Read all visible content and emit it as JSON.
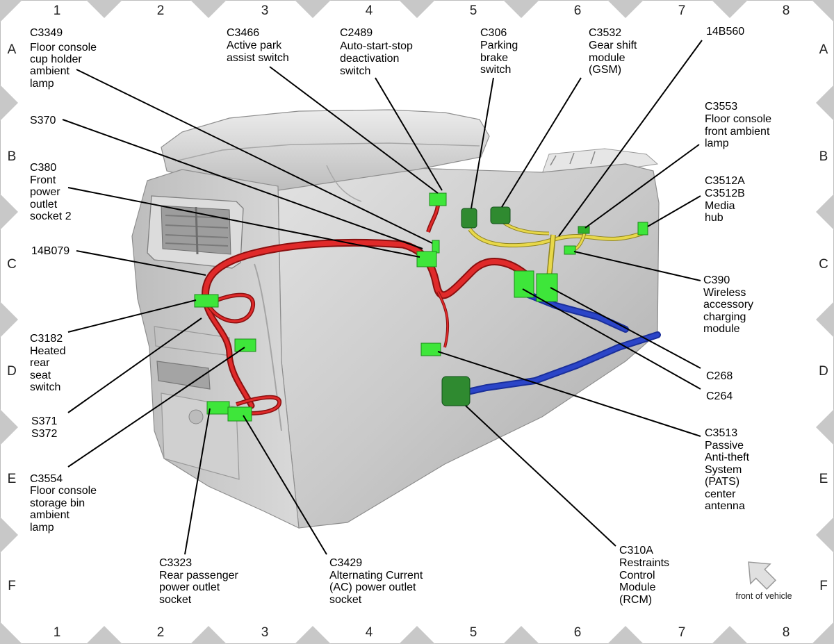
{
  "grid": {
    "columns": [
      "1",
      "2",
      "3",
      "4",
      "5",
      "6",
      "7",
      "8"
    ],
    "rows": [
      "A",
      "B",
      "C",
      "D",
      "E",
      "F"
    ]
  },
  "labels": {
    "c3349": [
      "C3349",
      "Floor console",
      "cup holder",
      "ambient",
      "lamp"
    ],
    "c3466": [
      "C3466",
      "Active park",
      "assist switch"
    ],
    "c2489": [
      "C2489",
      "Auto-start-stop",
      "deactivation",
      "switch"
    ],
    "c306": [
      "C306",
      "Parking",
      "brake",
      "switch"
    ],
    "c3532": [
      "C3532",
      "Gear shift",
      "module",
      "(GSM)"
    ],
    "w14b560": [
      "14B560"
    ],
    "c3553": [
      "C3553",
      "Floor console",
      "front ambient",
      "lamp"
    ],
    "s370": [
      "S370"
    ],
    "c380": [
      "C380",
      "Front",
      "power",
      "outlet",
      "socket 2"
    ],
    "c3512": [
      "C3512A",
      "C3512B",
      "Media",
      "hub"
    ],
    "w14b079": [
      "14B079"
    ],
    "c390": [
      "C390",
      "Wireless",
      "accessory",
      "charging",
      "module"
    ],
    "c3182": [
      "C3182",
      "Heated",
      "rear",
      "seat",
      "switch"
    ],
    "c268": [
      "C268"
    ],
    "c264": [
      "C264"
    ],
    "s371": [
      "S371",
      "S372"
    ],
    "c3513": [
      "C3513",
      "Passive",
      "Anti-theft",
      "System",
      "(PATS)",
      "center",
      "antenna"
    ],
    "c3554": [
      "C3554",
      "Floor console",
      "storage bin",
      "ambient",
      "lamp"
    ],
    "c3323": [
      "C3323",
      "Rear passenger",
      "power outlet",
      "socket"
    ],
    "c3429": [
      "C3429",
      "Alternating Current",
      "(AC) power outlet",
      "socket"
    ],
    "c310a": [
      "C310A",
      "Restraints",
      "Control",
      "Module",
      "(RCM)"
    ]
  },
  "orientation": {
    "text": "front of vehicle",
    "icon": "arrow-up-right-icon"
  },
  "colors": {
    "red_harness": "#e02a2a",
    "yellow_harness": "#e8d84a",
    "blue_harness": "#2b45c8",
    "connector_green": "#3ee63a",
    "console_gray": "#cfcfcf"
  }
}
